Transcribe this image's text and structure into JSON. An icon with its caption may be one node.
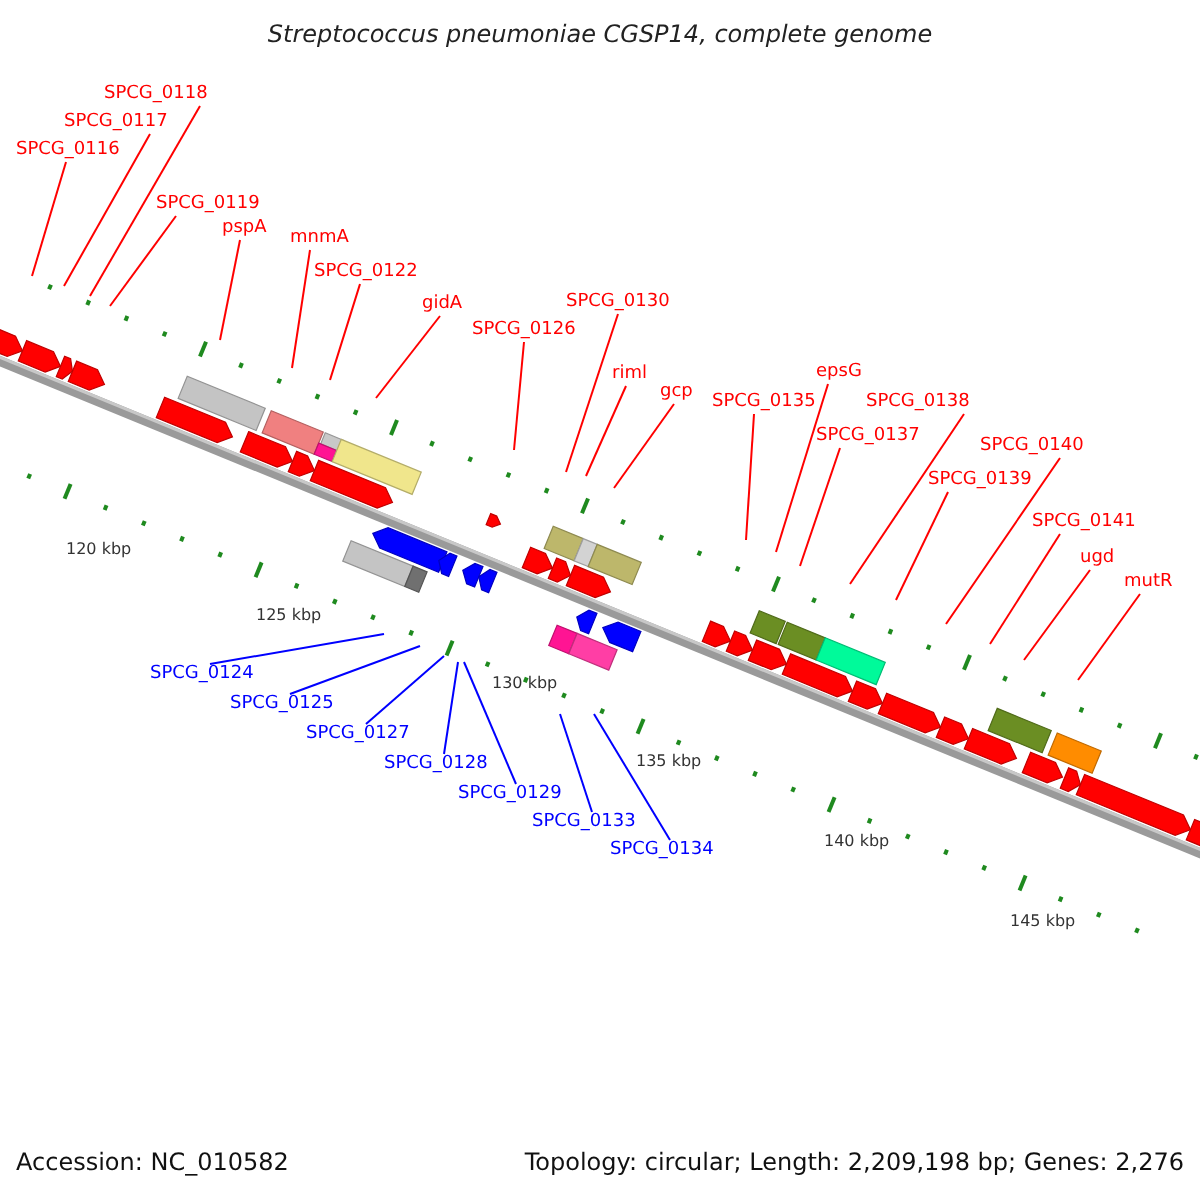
{
  "diagram": {
    "title": "Streptococcus pneumoniae CGSP14, complete genome",
    "nodes": [
      {
        "text": [
          "SPCG_0116"
        ]
      },
      {
        "text": [
          "SPCG_0117"
        ]
      },
      {
        "text": [
          "SPCG_0118"
        ]
      },
      {
        "text": [
          "SPCG_0119"
        ]
      },
      {
        "text": [
          "pspA"
        ]
      },
      {
        "text": [
          "mnmA"
        ]
      },
      {
        "text": [
          "SPCG_0122"
        ]
      },
      {
        "text": [
          "gidA"
        ]
      },
      {
        "text": [
          "SPCG_0126"
        ]
      },
      {
        "text": [
          "SPCG_0130"
        ]
      },
      {
        "text": [
          "riml"
        ]
      },
      {
        "text": [
          "gcp"
        ]
      },
      {
        "text": [
          "SPCG_0135"
        ]
      },
      {
        "text": [
          "epsG"
        ]
      },
      {
        "text": [
          "SPCG_0137"
        ]
      },
      {
        "text": [
          "SPCG_0138"
        ]
      },
      {
        "text": [
          "SPCG_0139"
        ]
      },
      {
        "text": [
          "SPCG_0140"
        ]
      },
      {
        "text": [
          "SPCG_0141"
        ]
      },
      {
        "text": [
          "ugd"
        ]
      },
      {
        "text": [
          "mutR"
        ]
      },
      {
        "text": [
          "SPCG_0124"
        ]
      },
      {
        "text": [
          "SPCG_0125"
        ]
      },
      {
        "text": [
          "SPCG_0127"
        ]
      },
      {
        "text": [
          "SPCG_0128"
        ]
      },
      {
        "text": [
          "SPCG_0129"
        ]
      },
      {
        "text": [
          "SPCG_0133"
        ]
      },
      {
        "text": [
          "SPCG_0134"
        ]
      }
    ],
    "edges": [
      {
        "from": 0,
        "to": null,
        "arrow": "none"
      },
      {
        "from": 1,
        "to": null,
        "arrow": "none"
      },
      {
        "from": 2,
        "to": null,
        "arrow": "none"
      },
      {
        "from": 3,
        "to": null,
        "arrow": "none"
      },
      {
        "from": 4,
        "to": null,
        "arrow": "none"
      },
      {
        "from": 5,
        "to": null,
        "arrow": "none"
      },
      {
        "from": 6,
        "to": null,
        "arrow": "none"
      },
      {
        "from": 7,
        "to": null,
        "arrow": "none"
      },
      {
        "from": 8,
        "to": null,
        "arrow": "none"
      },
      {
        "from": 9,
        "to": null,
        "arrow": "none"
      },
      {
        "from": 10,
        "to": null,
        "arrow": "none"
      },
      {
        "from": 11,
        "to": null,
        "arrow": "none"
      },
      {
        "from": 12,
        "to": null,
        "arrow": "none"
      },
      {
        "from": 13,
        "to": null,
        "arrow": "none"
      },
      {
        "from": 14,
        "to": null,
        "arrow": "none"
      },
      {
        "from": 15,
        "to": null,
        "arrow": "none"
      },
      {
        "from": 16,
        "to": null,
        "arrow": "none"
      },
      {
        "from": 17,
        "to": null,
        "arrow": "none"
      },
      {
        "from": 18,
        "to": null,
        "arrow": "none"
      },
      {
        "from": 19,
        "to": null,
        "arrow": "none"
      },
      {
        "from": 20,
        "to": null,
        "arrow": "none"
      },
      {
        "from": 21,
        "to": null,
        "arrow": "none",
        "color": "#0000ff"
      },
      {
        "from": 22,
        "to": null,
        "arrow": "none",
        "color": "#0000ff"
      },
      {
        "from": 23,
        "to": null,
        "arrow": "none",
        "color": "#0000ff"
      },
      {
        "from": 24,
        "to": null,
        "arrow": "none",
        "color": "#0000ff"
      },
      {
        "from": 25,
        "to": null,
        "arrow": "none",
        "color": "#0000ff"
      },
      {
        "from": 26,
        "to": null,
        "arrow": "none",
        "color": "#0000ff"
      },
      {
        "from": 27,
        "to": null,
        "arrow": "none",
        "color": "#0000ff"
      }
    ],
    "labels": [
      "120 kbp",
      "125 kbp",
      "130 kbp",
      "135 kbp",
      "140 kbp",
      "145 kbp",
      "Accession: NC_010582",
      "Topology: circular; Length: 2,209,198 bp; Genes: 2,276"
    ]
  }
}
